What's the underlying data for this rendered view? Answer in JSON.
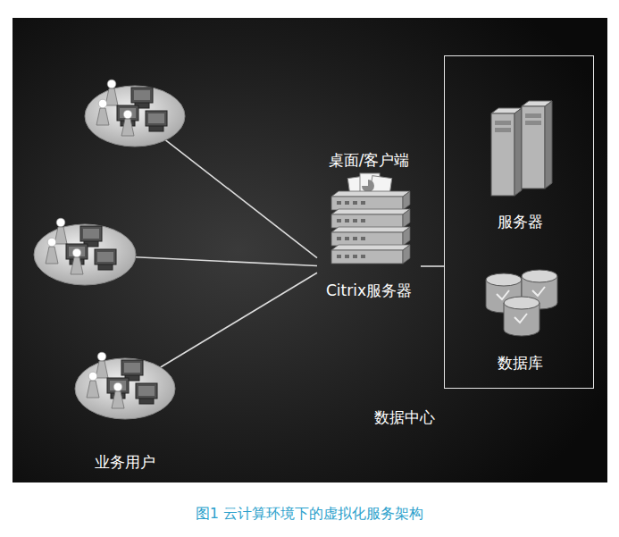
{
  "diagram": {
    "caption": "图1 云计算环境下的虚拟化服务架构",
    "nodes": [
      {
        "text": []
      },
      {
        "text": []
      },
      {
        "text": []
      },
      {
        "text": [
          "桌面/客户端",
          "Citrix服务器"
        ]
      },
      {
        "text": [
          "数据中心"
        ]
      },
      {
        "text": [
          "服务器"
        ],
        "in": 4
      },
      {
        "text": [
          "数据库"
        ],
        "in": 4
      }
    ],
    "edges": [
      {
        "from": 0,
        "to": 3,
        "arrow": "none"
      },
      {
        "from": 1,
        "to": 3,
        "arrow": "none"
      },
      {
        "from": 2,
        "to": 3,
        "arrow": "none"
      },
      {
        "from": 3,
        "to": 4,
        "arrow": "none"
      }
    ],
    "labels": [
      "业务用户"
    ]
  }
}
